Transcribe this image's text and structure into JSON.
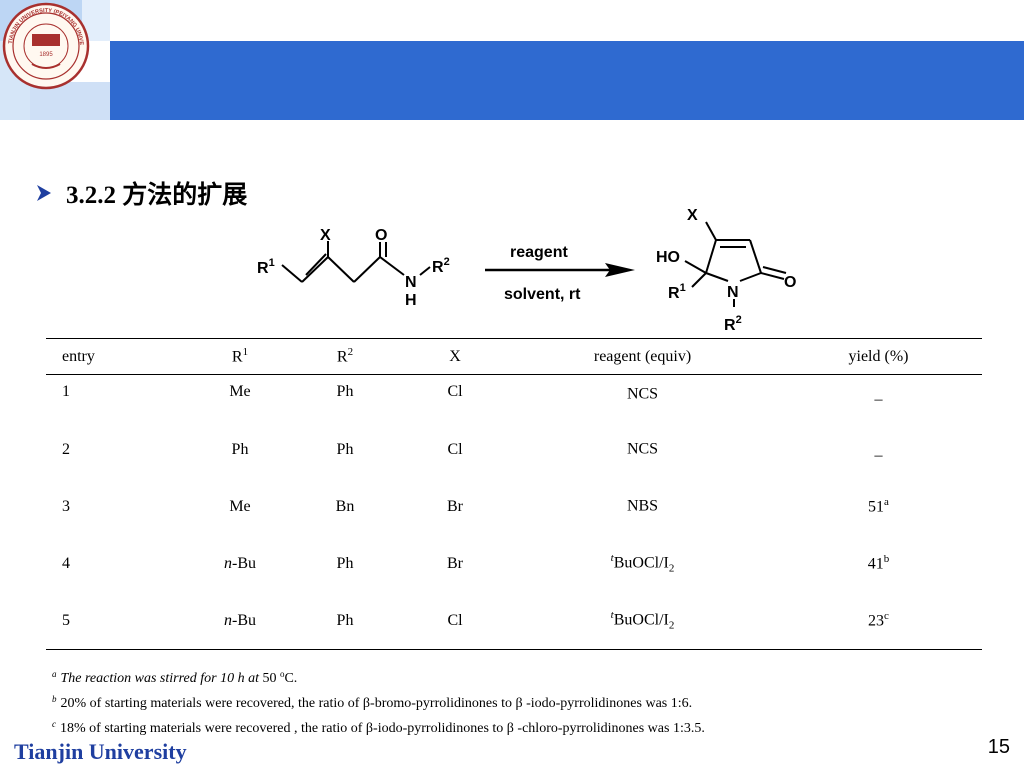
{
  "header": {
    "logo_text": "TIANJIN UNIVERSITY (PEIYANG UNIVERSITY)",
    "logo_year": "1895",
    "colors": {
      "band": "#2f6ad0",
      "light": "#bdd6f4",
      "seal": "#a8302e"
    }
  },
  "title": {
    "text": "3.2.2 方法的扩展",
    "bullet_icon": "arrow-bullet-icon"
  },
  "scheme": {
    "reactant": {
      "x": "X",
      "o": "O",
      "r1": "R",
      "r1_sup": "1",
      "r2": "R",
      "r2_sup": "2",
      "n": "N",
      "h": "H"
    },
    "arrow_top": "reagent",
    "arrow_bottom": "solvent, rt",
    "product": {
      "x": "X",
      "ho": "HO",
      "o": "O",
      "n": "N",
      "r1": "R",
      "r1_sup": "1",
      "r2": "R",
      "r2_sup": "2"
    }
  },
  "table": {
    "headers": {
      "entry": "entry",
      "r1": "R",
      "r1_sup": "1",
      "r2": "R",
      "r2_sup": "2",
      "x": "X",
      "reagent": "reagent (equiv)",
      "yield": "yield (%)"
    },
    "rows": [
      {
        "entry": "1",
        "r1_pre": "",
        "r1": "Me",
        "r2": "Ph",
        "x": "Cl",
        "reagent_pre": "",
        "reagent": "NCS",
        "reagent_sub": "",
        "yield": "_",
        "yield_note": ""
      },
      {
        "entry": "2",
        "r1_pre": "",
        "r1": "Ph",
        "r2": "Ph",
        "x": "Cl",
        "reagent_pre": "",
        "reagent": "NCS",
        "reagent_sub": "",
        "yield": "_",
        "yield_note": ""
      },
      {
        "entry": "3",
        "r1_pre": "",
        "r1": "Me",
        "r2": "Bn",
        "x": "Br",
        "reagent_pre": "",
        "reagent": "NBS",
        "reagent_sub": "",
        "yield": "51",
        "yield_note": "a"
      },
      {
        "entry": "4",
        "r1_pre": "n",
        "r1": "-Bu",
        "r2": "Ph",
        "x": "Br",
        "reagent_pre": "t",
        "reagent": "BuOCl/I",
        "reagent_sub": "2",
        "yield": "41",
        "yield_note": "b"
      },
      {
        "entry": "5",
        "r1_pre": "n",
        "r1": "-Bu",
        "r2": "Ph",
        "x": "Cl",
        "reagent_pre": "t",
        "reagent": "BuOCl/I",
        "reagent_sub": "2",
        "yield": "23",
        "yield_note": "c"
      }
    ]
  },
  "notes": [
    {
      "mark": "a",
      "text_italic": "The reaction was stirred for 10 h at",
      "text": " 50 ",
      "deg": "o",
      "tail": "C."
    },
    {
      "mark": "b",
      "text": "20%  of starting materials were recovered,  the ratio of β-bromo-pyrrolidinones to β -iodo-pyrrolidinones was 1:6."
    },
    {
      "mark": "c",
      "text": "18%  of starting materials were recovered ,  the ratio of β-iodo-pyrrolidinones to β -chloro-pyrrolidinones was 1:3.5."
    }
  ],
  "footer": {
    "university": "Tianjin University",
    "page_number": "15"
  }
}
